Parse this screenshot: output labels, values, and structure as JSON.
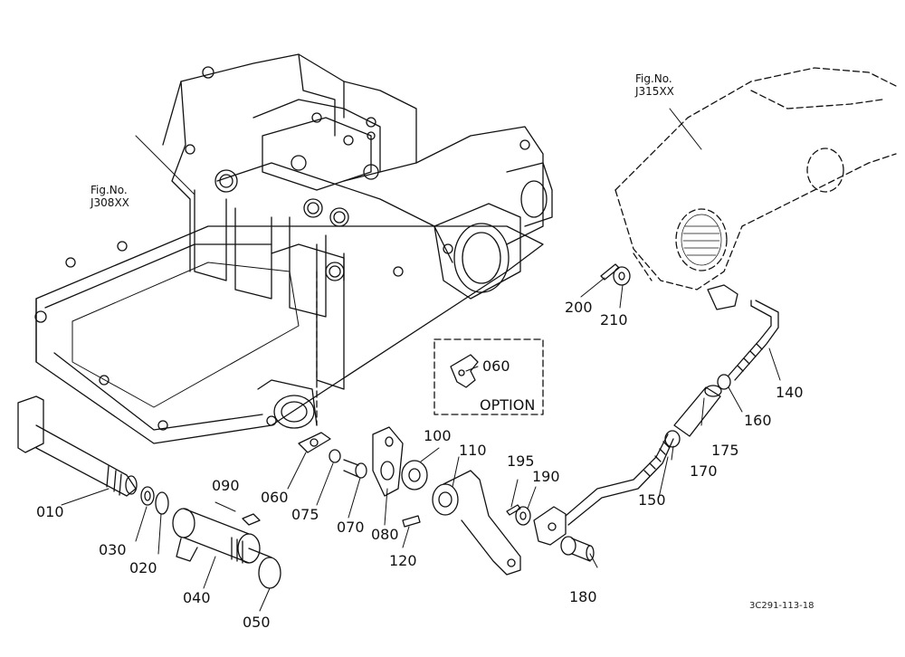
{
  "figure_refs": [
    {
      "line1": "Fig.No.",
      "line2": "J308XX"
    },
    {
      "line1": "Fig.No.",
      "line2": "J315XX"
    }
  ],
  "option_box": {
    "label": "OPTION"
  },
  "part_labels": [
    "010",
    "020",
    "030",
    "040",
    "050",
    "060",
    "060",
    "070",
    "075",
    "080",
    "090",
    "100",
    "110",
    "120",
    "140",
    "150",
    "160",
    "170",
    "175",
    "180",
    "190",
    "195",
    "200",
    "210"
  ],
  "drawing_code": "3C291-113-18",
  "colors": {
    "ink": "#111111",
    "paper": "#ffffff"
  }
}
